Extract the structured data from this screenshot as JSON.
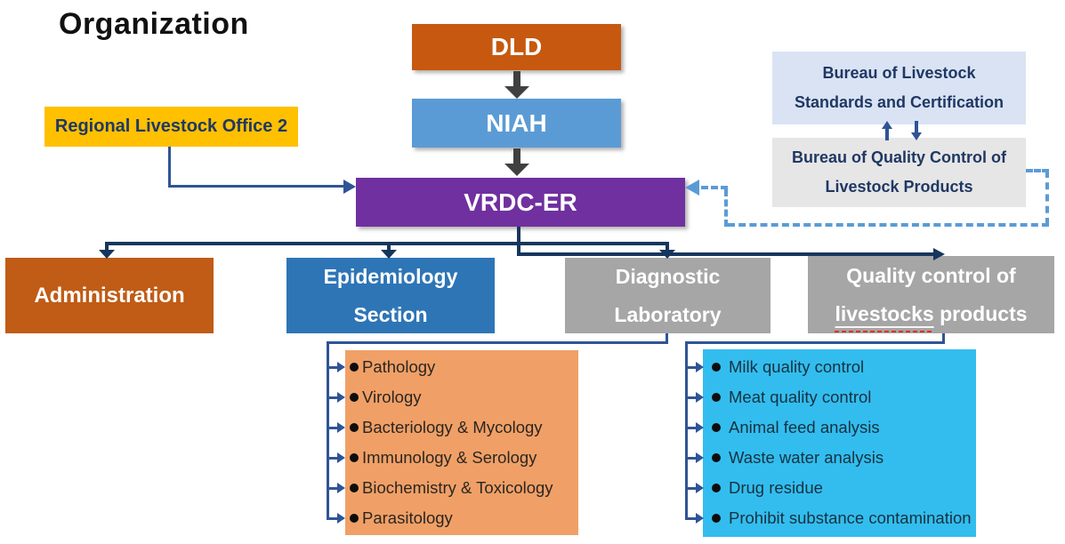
{
  "title": "Organization",
  "palette": {
    "dld_orange": "#C6590F",
    "administration_orange": "#C05C16",
    "niah_blue": "#5B9BD5",
    "vrdc_purple": "#7030A0",
    "regional_yellow": "#FFC000",
    "epidemiology_blue": "#2E75B6",
    "section_gray": "#A6A6A6",
    "bureau_standards_bg": "#DAE3F3",
    "bureau_quality_bg": "#E7E6E6",
    "diagnostic_list_bg": "#F0A067",
    "quality_list_bg": "#33BDEF",
    "navy_text": "#1F3864",
    "dark_connector": "#17365D",
    "medium_connector": "#2F5496",
    "dashed_connector": "#5B9BD5",
    "flow_arrow_gray": "#404040",
    "misspell_underline_red": "#E0301E"
  },
  "boxes": {
    "dld": {
      "label": "DLD"
    },
    "niah": {
      "label": "NIAH"
    },
    "vrdc": {
      "label": "VRDC-ER"
    },
    "regional": {
      "label": "Regional Livestock Office 2"
    },
    "bureau_standards": {
      "line1": "Bureau of Livestock",
      "line2": "Standards and Certification"
    },
    "bureau_quality": {
      "line1": "Bureau of Quality Control of",
      "line2": "Livestock Products"
    },
    "administration": {
      "label": "Administration"
    },
    "epidemiology": {
      "line1": "Epidemiology",
      "line2": "Section"
    },
    "diagnostic": {
      "line1": "Diagnostic",
      "line2": "Laboratory"
    },
    "quality": {
      "line1": "Quality control of",
      "line2_word": "livestocks",
      "line2_rest": "products"
    }
  },
  "lists": {
    "diagnostic_units": [
      "Pathology",
      "Virology",
      "Bacteriology & Mycology",
      "Immunology & Serology",
      "Biochemistry & Toxicology",
      "Parasitology"
    ],
    "quality_units": [
      "Milk quality control",
      "Meat quality control",
      "Animal feed analysis",
      "Waste water analysis",
      "Drug residue",
      "Prohibit substance contamination"
    ]
  }
}
